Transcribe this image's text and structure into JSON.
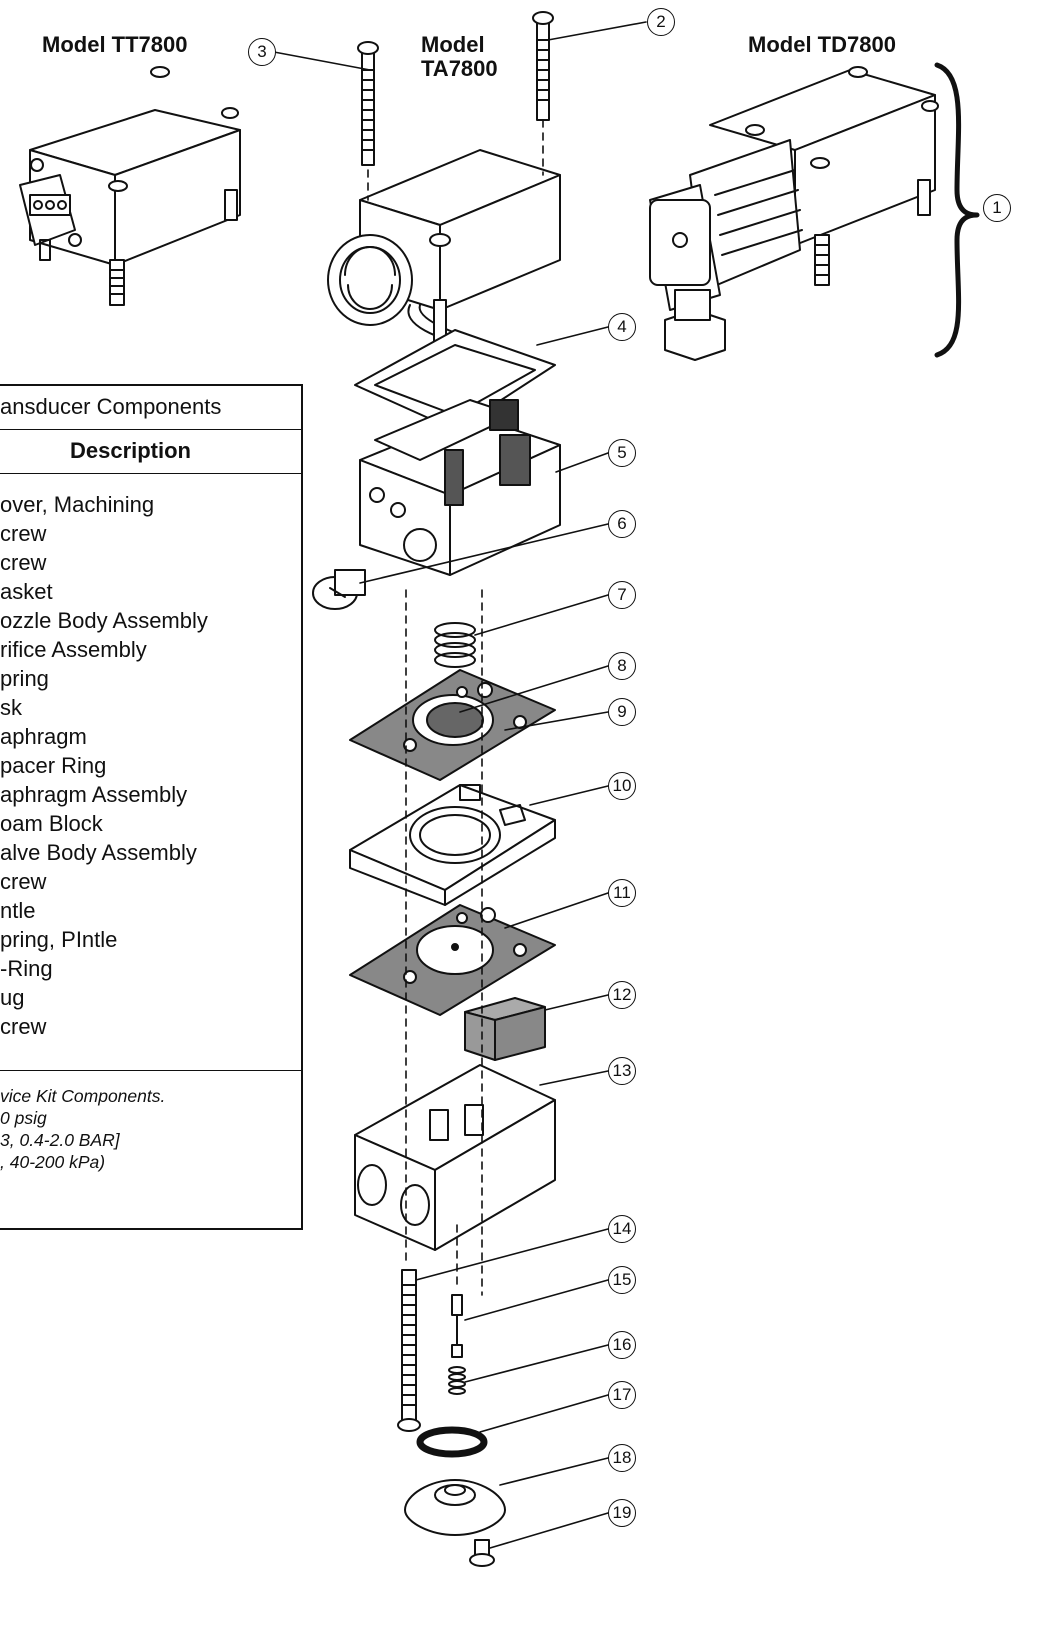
{
  "models": {
    "tt7800": "Model TT7800",
    "ta7800_line1": "Model",
    "ta7800_line2": "TA7800",
    "td7800": "Model TD7800"
  },
  "table": {
    "title": "ansducer Components",
    "header": "Description",
    "items": [
      "over, Machining",
      "crew",
      "crew",
      "asket",
      "ozzle Body Assembly",
      "rifice Assembly",
      "pring",
      "sk",
      "aphragm",
      "pacer Ring",
      "aphragm Assembly",
      "oam Block",
      "alve Body Assembly",
      "crew",
      "ntle",
      "pring, PIntle",
      "-Ring",
      "ug",
      "crew"
    ],
    "notes": [
      "vice Kit Components.",
      "0 psig",
      "3, 0.4-2.0 BAR]",
      ", 40-200 kPa)"
    ]
  },
  "callouts": [
    "1",
    "2",
    "3",
    "4",
    "5",
    "6",
    "7",
    "8",
    "9",
    "10",
    "11",
    "12",
    "13",
    "14",
    "15",
    "16",
    "17",
    "18",
    "19"
  ]
}
